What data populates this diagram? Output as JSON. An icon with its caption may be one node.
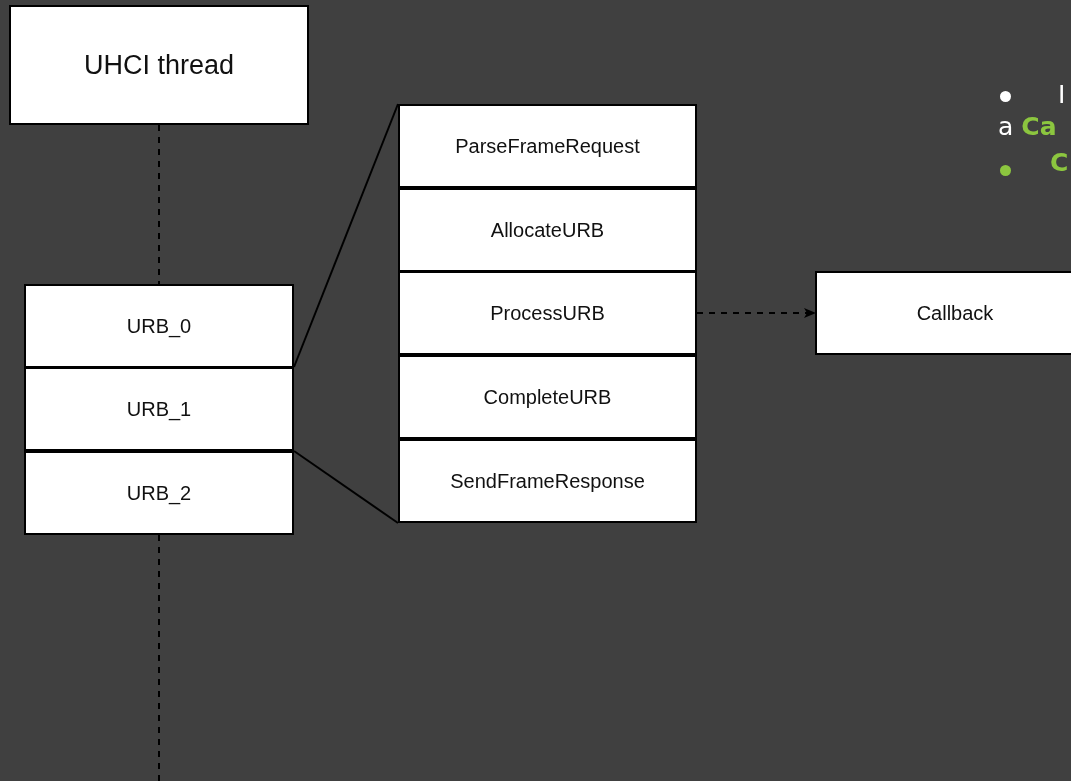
{
  "diagram": {
    "nodes": [
      {
        "text": [
          "UHCI thread"
        ]
      },
      {
        "text": [
          "URB_0"
        ]
      },
      {
        "text": [
          "URB_1"
        ]
      },
      {
        "text": [
          "URB_2"
        ]
      },
      {
        "text": [
          "ParseFrameRequest"
        ]
      },
      {
        "text": [
          "AllocateURB"
        ]
      },
      {
        "text": [
          "ProcessURB"
        ]
      },
      {
        "text": [
          "CompleteURB"
        ]
      },
      {
        "text": [
          "SendFrameResponse"
        ]
      },
      {
        "text": [
          "Callback"
        ]
      }
    ],
    "edges": [
      {
        "from": 0,
        "to": 1,
        "arrow": "none",
        "style": "dashed"
      },
      {
        "from": 3,
        "to": null,
        "arrow": "none",
        "style": "dashed"
      },
      {
        "from": 2,
        "to": 4,
        "arrow": "none"
      },
      {
        "from": 2,
        "to": 8,
        "arrow": "none"
      },
      {
        "from": 6,
        "to": 9,
        "arrow": "to",
        "style": "dashed"
      }
    ],
    "labels": [
      "I",
      "a **Ca**",
      "C"
    ]
  }
}
